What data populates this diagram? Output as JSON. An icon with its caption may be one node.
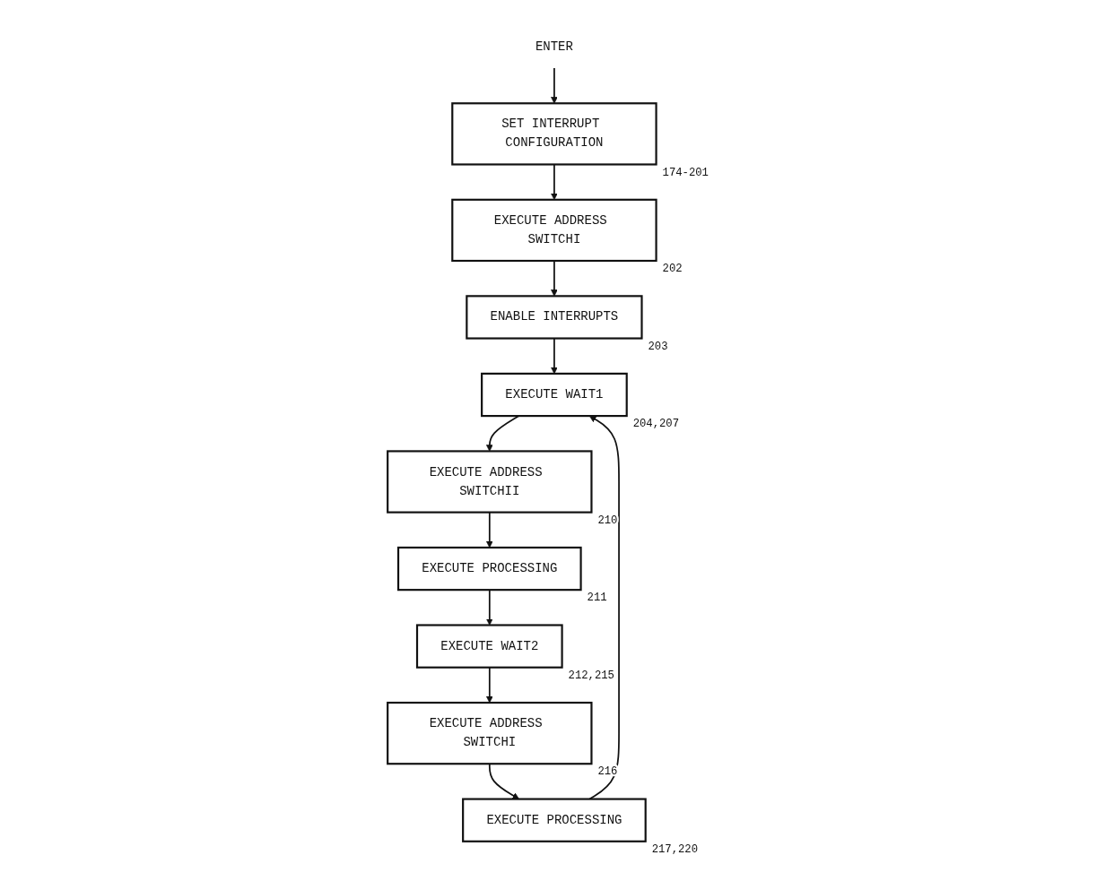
{
  "diagram": {
    "nodes": [
      {
        "text": [
          "ENTER"
        ]
      },
      {
        "text": [
          "SET INTERRUPT CONFIGURATION"
        ],
        "beside": [
          "174-201"
        ]
      },
      {
        "text": [
          "EXECUTE ADDRESS SWITCHI"
        ],
        "beside": [
          "202"
        ]
      },
      {
        "text": [
          "ENABLE INTERRUPTS"
        ],
        "beside": [
          "203"
        ]
      },
      {
        "text": [
          "EXECUTE ADDRESS SWITCHII"
        ],
        "beside": [
          "210"
        ]
      },
      {
        "text": [
          "EXECUTE WAIT1"
        ],
        "beside": [
          "204,207"
        ]
      },
      {
        "text": [
          "EXECUTE PROCESSING"
        ],
        "beside": [
          "217,220"
        ]
      },
      {
        "text": [
          "EXECUTE PROCESSING"
        ],
        "beside": [
          "211"
        ]
      },
      {
        "text": [
          "EXECUTE WAIT2"
        ],
        "beside": [
          "212,215"
        ]
      },
      {
        "text": [
          "EXECUTE ADDRESS SWITCHI"
        ],
        "beside": [
          "216"
        ]
      }
    ],
    "edges": [
      {
        "from": 0,
        "to": 1,
        "arrow": "to"
      },
      {
        "from": 1,
        "to": 2,
        "arrow": "to"
      },
      {
        "from": 2,
        "to": 3,
        "arrow": "to"
      },
      {
        "from": 3,
        "to": 5,
        "arrow": "to"
      },
      {
        "from": 5,
        "to": 4,
        "arrow": "to"
      },
      {
        "from": 4,
        "to": 7,
        "arrow": "to"
      },
      {
        "from": 7,
        "to": 8,
        "arrow": "to"
      },
      {
        "from": 8,
        "to": 9,
        "arrow": "to"
      },
      {
        "from": 9,
        "to": 6,
        "arrow": "to"
      },
      {
        "from": 6,
        "to": 5,
        "arrow": "to"
      }
    ]
  }
}
